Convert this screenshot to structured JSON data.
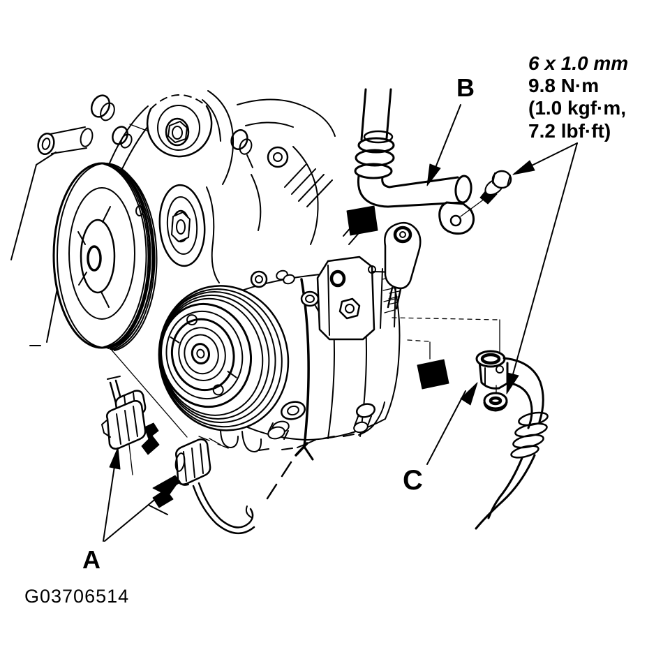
{
  "figure": {
    "id": "G03706514"
  },
  "callouts": {
    "a": {
      "label": "A"
    },
    "b": {
      "label": "B"
    },
    "c": {
      "label": "C"
    }
  },
  "torque_note": {
    "bolt_size": "6 x 1.0 mm",
    "torque_nm": "9.8 N·m",
    "torque_kgf": "(1.0 kgf·m,",
    "torque_lbf": "7.2 lbf·ft)"
  },
  "colors": {
    "ink": "#000000",
    "paper": "#ffffff"
  }
}
